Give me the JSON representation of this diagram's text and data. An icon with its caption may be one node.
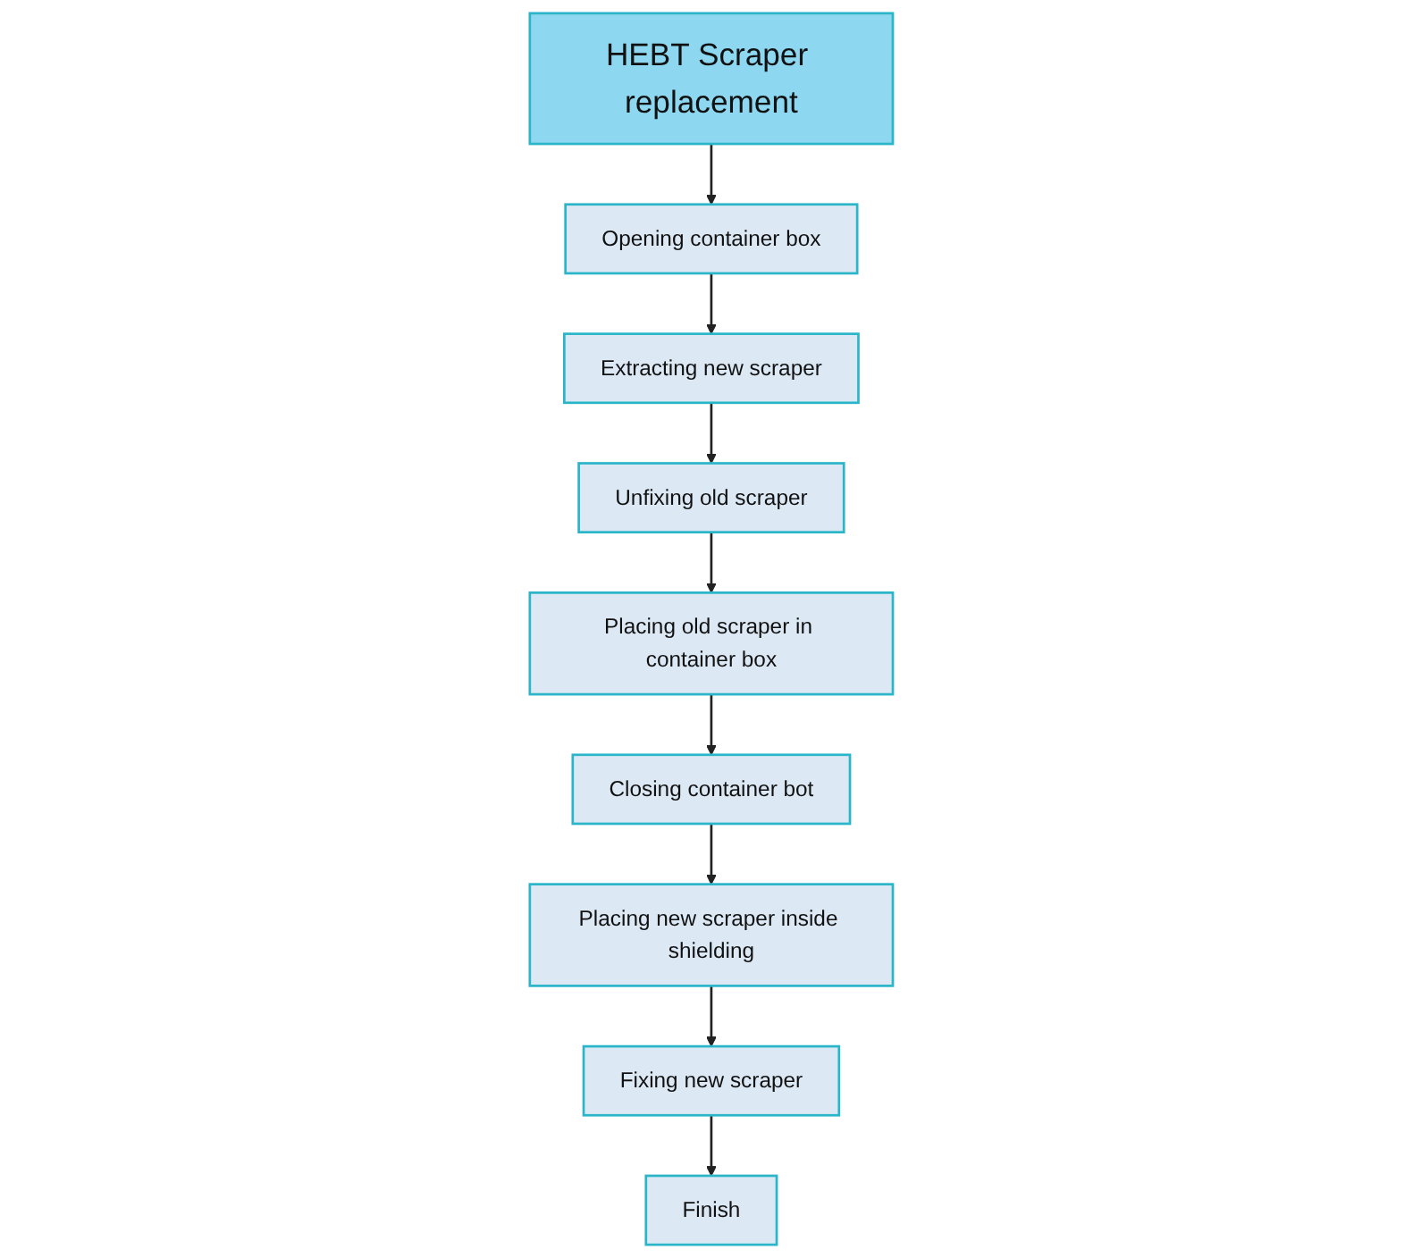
{
  "diagram": {
    "nodes": [
      {
        "text": [
          "HEBT Scraper replacement"
        ]
      },
      {
        "text": [
          "Opening container box"
        ]
      },
      {
        "text": [
          "Extracting new scraper"
        ]
      },
      {
        "text": [
          "Unfixing old scraper"
        ]
      },
      {
        "text": [
          "Placing old scraper in container box"
        ]
      },
      {
        "text": [
          "Closing container bot"
        ]
      },
      {
        "text": [
          "Placing new scraper inside shielding"
        ]
      },
      {
        "text": [
          "Fixing new scraper"
        ]
      },
      {
        "text": [
          "Finish"
        ]
      }
    ],
    "edges": [
      {
        "from": 0,
        "to": 1,
        "arrow": "to"
      },
      {
        "from": 1,
        "to": 2,
        "arrow": "to"
      },
      {
        "from": 2,
        "to": 3,
        "arrow": "to"
      },
      {
        "from": 3,
        "to": 4,
        "arrow": "to"
      },
      {
        "from": 4,
        "to": 5,
        "arrow": "to"
      },
      {
        "from": 5,
        "to": 6,
        "arrow": "to"
      },
      {
        "from": 6,
        "to": 7,
        "arrow": "to"
      },
      {
        "from": 7,
        "to": 8,
        "arrow": "to"
      }
    ]
  }
}
